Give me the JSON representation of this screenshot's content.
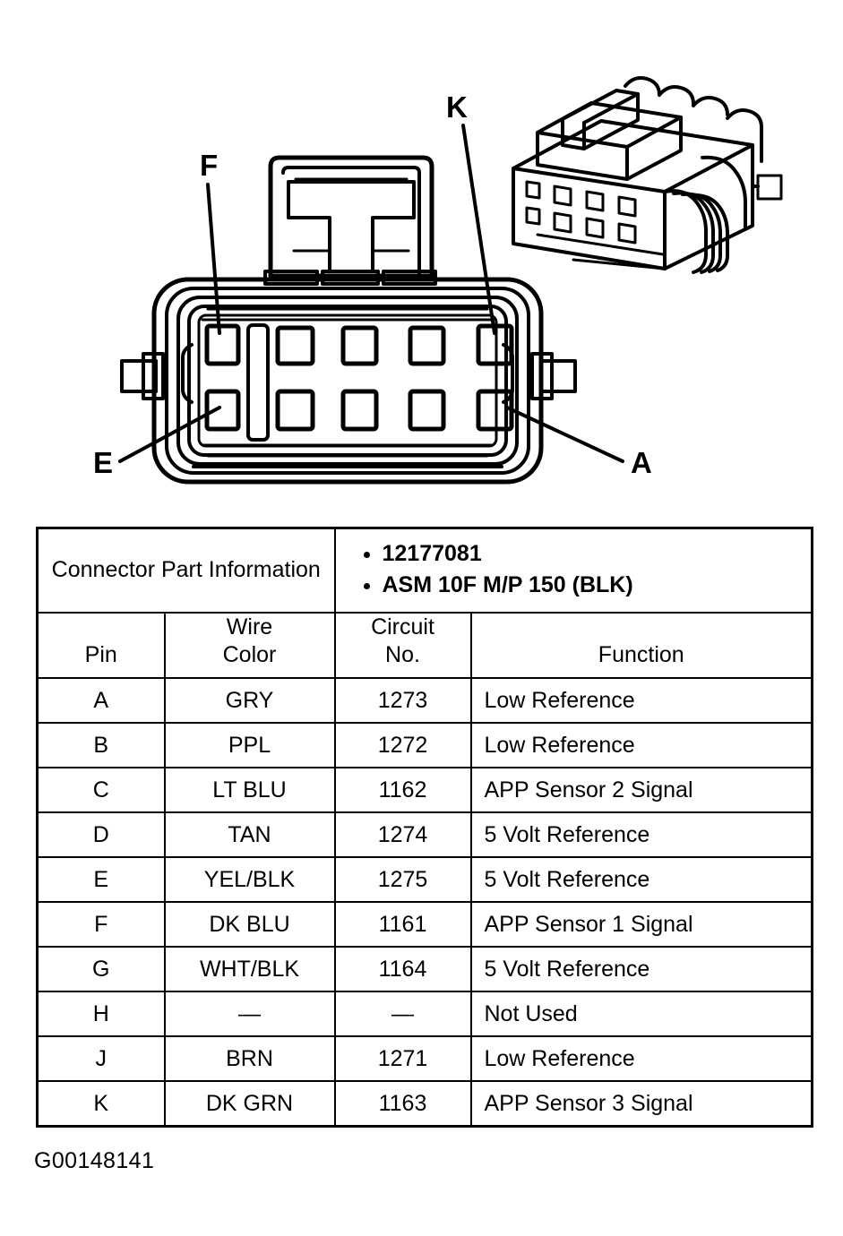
{
  "figure": {
    "id_label": "G00148141",
    "callouts": [
      {
        "name": "callout-f",
        "label": "F"
      },
      {
        "name": "callout-k",
        "label": "K"
      },
      {
        "name": "callout-e",
        "label": "E"
      },
      {
        "name": "callout-a",
        "label": "A"
      }
    ],
    "views": {
      "front_face": "connector-front-face-view",
      "isometric": "connector-isometric-view"
    },
    "cavity_grid": {
      "rows": 2,
      "cols": 5,
      "total": 10
    }
  },
  "table": {
    "part_info": {
      "label_line1": "Connector Part",
      "label_line2": "Information",
      "values": [
        "12177081",
        "ASM 10F M/P 150 (BLK)"
      ]
    },
    "columns": [
      {
        "line1": "",
        "line2": "Pin"
      },
      {
        "line1": "Wire",
        "line2": "Color"
      },
      {
        "line1": "Circuit",
        "line2": "No."
      },
      {
        "line1": "",
        "line2": "Function"
      }
    ],
    "rows": [
      {
        "pin": "A",
        "wire_color": "GRY",
        "circuit_no": "1273",
        "function": "Low Reference"
      },
      {
        "pin": "B",
        "wire_color": "PPL",
        "circuit_no": "1272",
        "function": "Low Reference"
      },
      {
        "pin": "C",
        "wire_color": "LT BLU",
        "circuit_no": "1162",
        "function": "APP Sensor 2 Signal"
      },
      {
        "pin": "D",
        "wire_color": "TAN",
        "circuit_no": "1274",
        "function": "5 Volt Reference"
      },
      {
        "pin": "E",
        "wire_color": "YEL/BLK",
        "circuit_no": "1275",
        "function": "5 Volt Reference"
      },
      {
        "pin": "F",
        "wire_color": "DK BLU",
        "circuit_no": "1161",
        "function": "APP Sensor 1 Signal"
      },
      {
        "pin": "G",
        "wire_color": "WHT/BLK",
        "circuit_no": "1164",
        "function": "5 Volt Reference"
      },
      {
        "pin": "H",
        "wire_color": "—",
        "circuit_no": "—",
        "function": "Not Used"
      },
      {
        "pin": "J",
        "wire_color": "BRN",
        "circuit_no": "1271",
        "function": "Low Reference"
      },
      {
        "pin": "K",
        "wire_color": "DK GRN",
        "circuit_no": "1163",
        "function": "APP Sensor 3 Signal"
      }
    ]
  },
  "colors": {
    "ink": "#000000",
    "paper": "#ffffff"
  }
}
